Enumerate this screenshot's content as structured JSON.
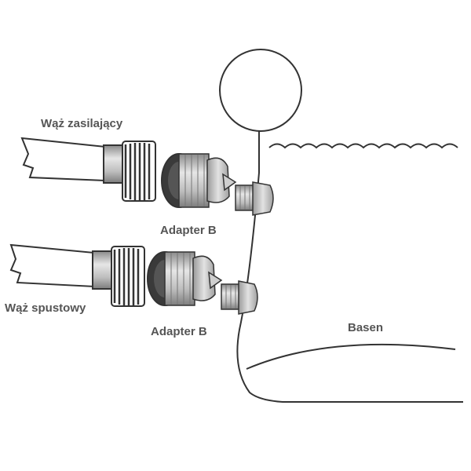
{
  "labels": {
    "supply_hose": "Wąż zasilający",
    "drain_hose": "Wąż spustowy",
    "adapter_top": "Adapter B",
    "adapter_bottom": "Adapter B",
    "pool": "Basen"
  },
  "colors": {
    "outline": "#333333",
    "text": "#555555",
    "metal_light": "#dcdcdc",
    "metal_mid": "#b9b9b9",
    "metal_dark": "#8a8a8a",
    "gasket": "#3a3a3a"
  }
}
